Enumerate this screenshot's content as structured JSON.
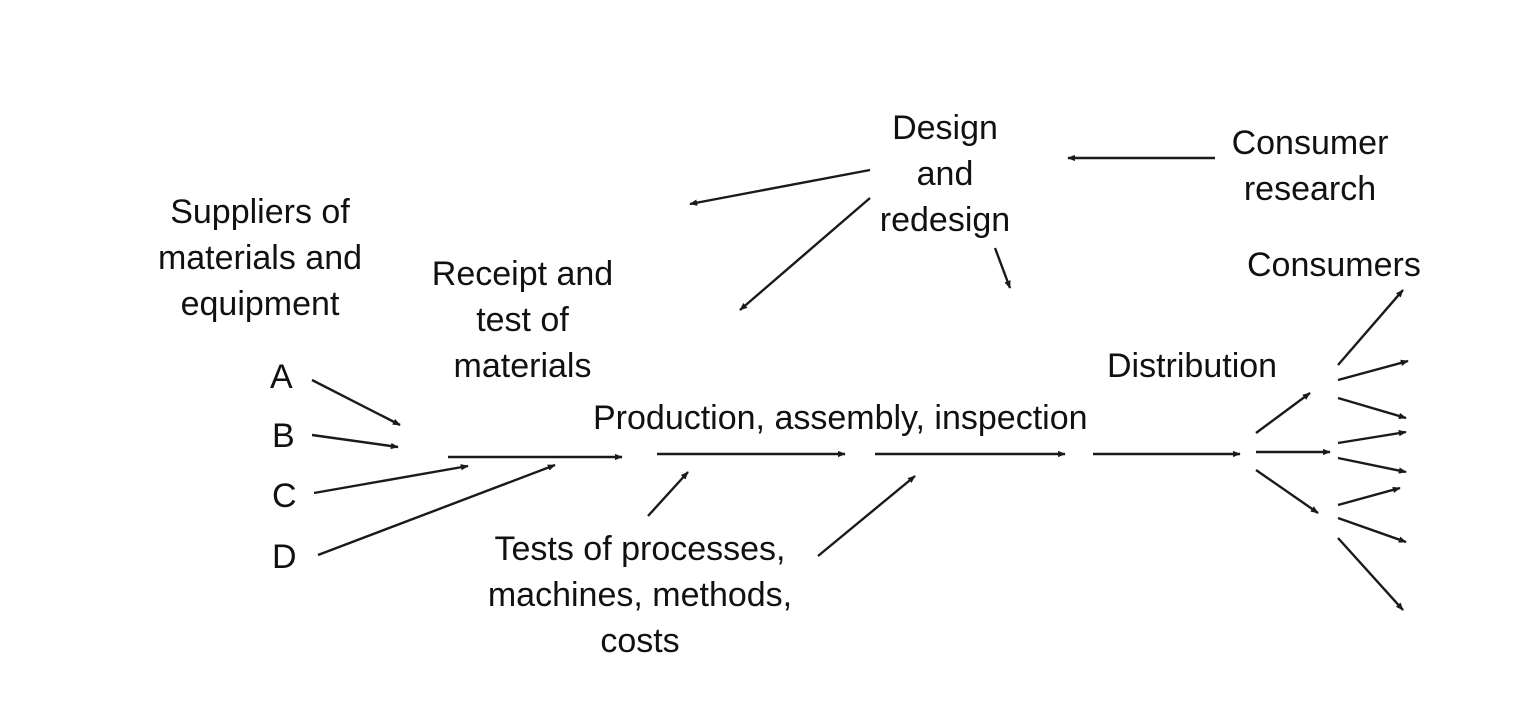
{
  "nodes": {
    "design": [
      "Design",
      "and",
      "redesign"
    ],
    "consumer_research": [
      "Consumer",
      "research"
    ],
    "suppliers": [
      "Suppliers of",
      "materials and",
      "equipment"
    ],
    "receipt": [
      "Receipt and",
      "test of",
      "materials"
    ],
    "consumers": "Consumers",
    "distribution": "Distribution",
    "production": "Production, assembly, inspection",
    "tests": [
      "Tests of processes,",
      "machines, methods,",
      "costs"
    ],
    "suppliers_letters": [
      "A",
      "B",
      "C",
      "D"
    ]
  }
}
